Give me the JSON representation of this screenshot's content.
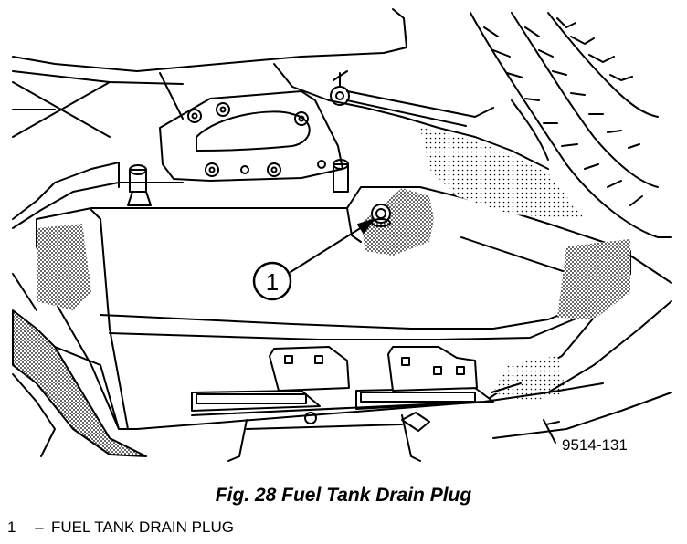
{
  "figure": {
    "reference_id": "9514-131",
    "callout_number": "1",
    "caption": "Fig. 28 Fuel Tank Drain Plug"
  },
  "legend": [
    {
      "number": "1",
      "separator": "–",
      "label": "FUEL TANK DRAIN PLUG"
    }
  ]
}
